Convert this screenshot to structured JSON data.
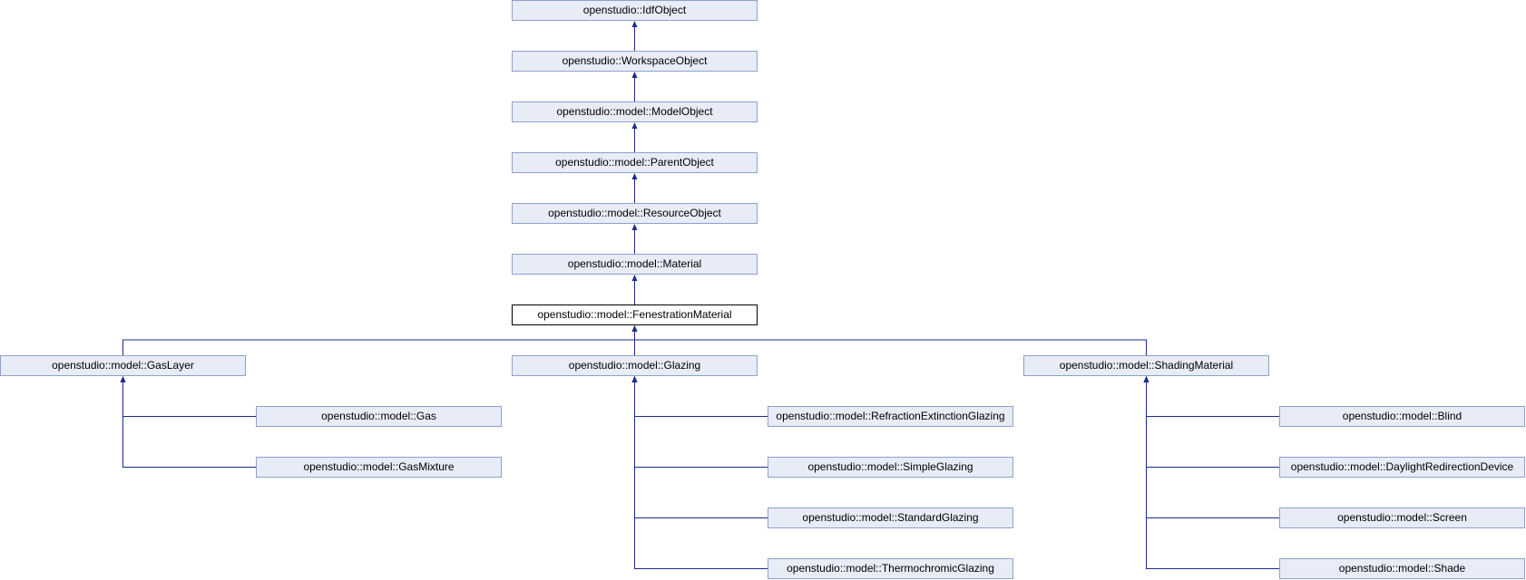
{
  "colors": {
    "node_fill": "#e8ecf7",
    "node_border": "#8ea0cc",
    "current_fill": "#ffffff",
    "current_border": "#000000",
    "edge": "#1a2c8f"
  },
  "nodes": [
    {
      "id": "idf-object",
      "label": "openstudio::IdfObject"
    },
    {
      "id": "workspace-object",
      "label": "openstudio::WorkspaceObject"
    },
    {
      "id": "model-object",
      "label": "openstudio::model::ModelObject"
    },
    {
      "id": "parent-object",
      "label": "openstudio::model::ParentObject"
    },
    {
      "id": "resource-object",
      "label": "openstudio::model::ResourceObject"
    },
    {
      "id": "material",
      "label": "openstudio::model::Material"
    },
    {
      "id": "fenestration-material",
      "label": "openstudio::model::FenestrationMaterial",
      "current": true
    },
    {
      "id": "gas-layer",
      "label": "openstudio::model::GasLayer"
    },
    {
      "id": "glazing",
      "label": "openstudio::model::Glazing"
    },
    {
      "id": "shading-material",
      "label": "openstudio::model::ShadingMaterial"
    },
    {
      "id": "gas",
      "label": "openstudio::model::Gas"
    },
    {
      "id": "gas-mixture",
      "label": "openstudio::model::GasMixture"
    },
    {
      "id": "refraction-extinction-glazing",
      "label": "openstudio::model::RefractionExtinctionGlazing"
    },
    {
      "id": "simple-glazing",
      "label": "openstudio::model::SimpleGlazing"
    },
    {
      "id": "standard-glazing",
      "label": "openstudio::model::StandardGlazing"
    },
    {
      "id": "thermochromic-glazing",
      "label": "openstudio::model::ThermochromicGlazing"
    },
    {
      "id": "blind",
      "label": "openstudio::model::Blind"
    },
    {
      "id": "daylight-redirection-device",
      "label": "openstudio::model::DaylightRedirectionDevice"
    },
    {
      "id": "screen",
      "label": "openstudio::model::Screen"
    },
    {
      "id": "shade",
      "label": "openstudio::model::Shade"
    }
  ],
  "edges": [
    {
      "from": "workspace-object",
      "to": "idf-object"
    },
    {
      "from": "model-object",
      "to": "workspace-object"
    },
    {
      "from": "parent-object",
      "to": "model-object"
    },
    {
      "from": "resource-object",
      "to": "parent-object"
    },
    {
      "from": "material",
      "to": "resource-object"
    },
    {
      "from": "fenestration-material",
      "to": "material"
    },
    {
      "from": "gas-layer",
      "to": "fenestration-material"
    },
    {
      "from": "glazing",
      "to": "fenestration-material"
    },
    {
      "from": "shading-material",
      "to": "fenestration-material"
    },
    {
      "from": "gas",
      "to": "gas-layer"
    },
    {
      "from": "gas-mixture",
      "to": "gas-layer"
    },
    {
      "from": "refraction-extinction-glazing",
      "to": "glazing"
    },
    {
      "from": "simple-glazing",
      "to": "glazing"
    },
    {
      "from": "standard-glazing",
      "to": "glazing"
    },
    {
      "from": "thermochromic-glazing",
      "to": "glazing"
    },
    {
      "from": "blind",
      "to": "shading-material"
    },
    {
      "from": "daylight-redirection-device",
      "to": "shading-material"
    },
    {
      "from": "screen",
      "to": "shading-material"
    },
    {
      "from": "shade",
      "to": "shading-material"
    }
  ]
}
